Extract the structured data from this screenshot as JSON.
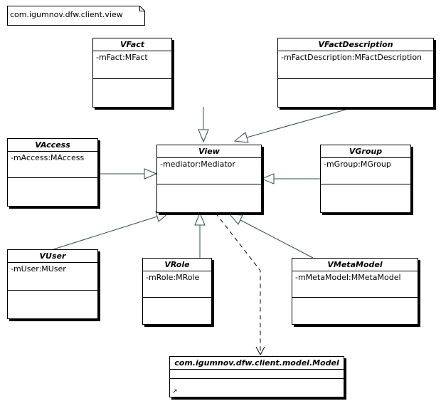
{
  "package": {
    "label": "com.igumnov.dfw.client.view"
  },
  "classes": {
    "vfact": {
      "name": "VFact",
      "attribute": "-mFact:MFact"
    },
    "vfactdescription": {
      "name": "VFactDescription",
      "attribute": "-mFactDescription:MFactDescription"
    },
    "vaccess": {
      "name": "VAccess",
      "attribute": "-mAccess:MAccess"
    },
    "view": {
      "name": "View",
      "attribute": "-mediator:Mediator"
    },
    "vgroup": {
      "name": "VGroup",
      "attribute": "-mGroup:MGroup"
    },
    "vuser": {
      "name": "VUser",
      "attribute": "-mUser:MUser"
    },
    "vrole": {
      "name": "VRole",
      "attribute": "-mRole:MRole"
    },
    "vmetamodel": {
      "name": "VMetaModel",
      "attribute": "-mMetaModel:MMetaModel"
    },
    "model": {
      "name": "com.igumnov.dfw.client.model.Model",
      "attribute": "",
      "corner_icon": "shortcut-arrow-icon"
    }
  },
  "relationships": [
    {
      "from": "VFact",
      "to": "View",
      "type": "generalization"
    },
    {
      "from": "VFactDescription",
      "to": "View",
      "type": "generalization"
    },
    {
      "from": "VAccess",
      "to": "View",
      "type": "generalization"
    },
    {
      "from": "VGroup",
      "to": "View",
      "type": "generalization"
    },
    {
      "from": "VUser",
      "to": "View",
      "type": "generalization"
    },
    {
      "from": "VRole",
      "to": "View",
      "type": "generalization"
    },
    {
      "from": "VMetaModel",
      "to": "View",
      "type": "generalization"
    },
    {
      "from": "View",
      "to": "com.igumnov.dfw.client.model.Model",
      "type": "dependency"
    }
  ]
}
